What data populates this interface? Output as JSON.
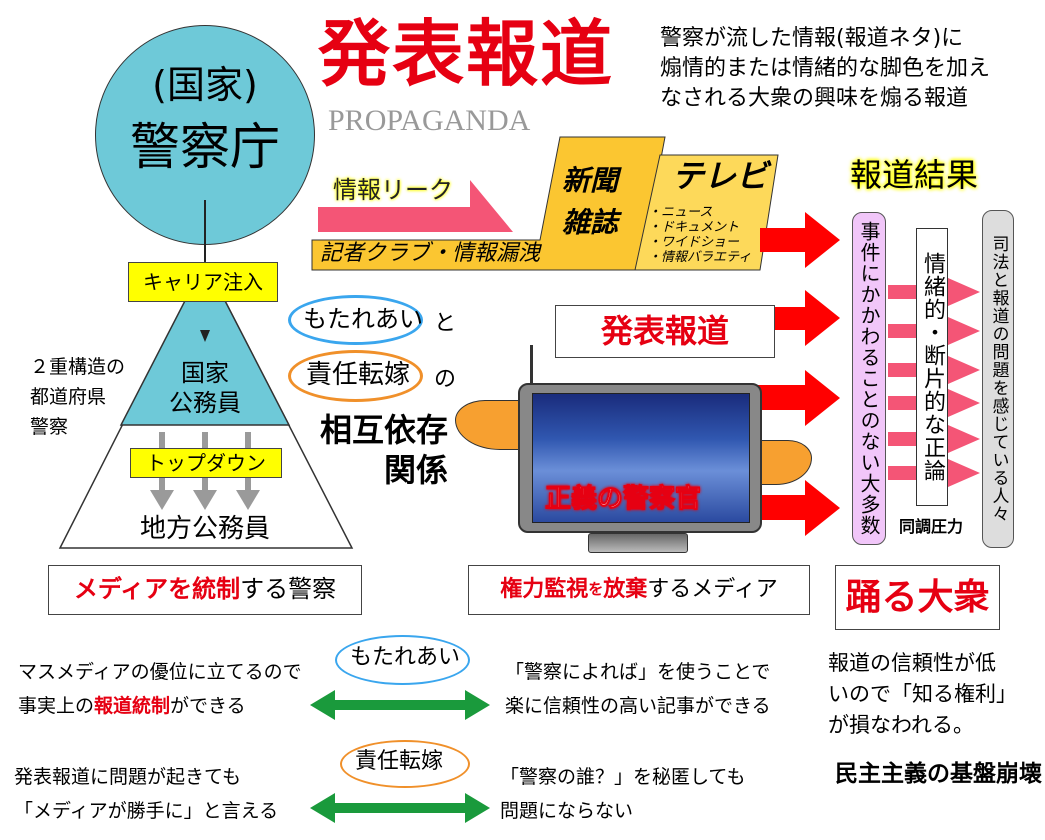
{
  "title": "発表報道",
  "subtitle": "PROPAGANDA",
  "description": [
    "警察が流した情報(報道ネタ)に",
    "煽情的または情緒的な脚色を加え",
    "なされる大衆の興味を煽る報道"
  ],
  "police": {
    "circle_top": "(国家)",
    "circle_main": "警察庁",
    "career": "キャリア注入",
    "national": [
      "国家",
      "公務員"
    ],
    "topdown": "トップダウン",
    "local": "地方公務員",
    "double_structure": [
      "２重構造の",
      "都道府県",
      "警察"
    ],
    "caption_red": "メディアを統制",
    "caption_rest": "する警察"
  },
  "media": {
    "leak": "情報リーク",
    "club": "記者クラブ・情報漏洩",
    "newspaper": [
      "新聞",
      "雑誌"
    ],
    "tv": "テレビ",
    "tv_items": [
      "・ニュース",
      "・ドキュメント",
      "・ワイドショー",
      "・情報バラエティ"
    ],
    "announcement": "発表報道",
    "tv_caption": "正義の警察官",
    "caption_a": "権力監視",
    "caption_b": "を",
    "caption_c": "放棄",
    "caption_d": "するメディア"
  },
  "relation": {
    "mutual": "もたれあい",
    "to": "と",
    "blame": "責任転嫁",
    "no": "の",
    "dependence": [
      "相互依存",
      "関係"
    ]
  },
  "result": {
    "title": "報道結果",
    "majority": "事件にかかわることのない大多数",
    "emotional": "情緒的・断片的な正論",
    "concerned": "司法と報道の問題を感じている人々",
    "peer_pressure": "同調圧力",
    "dancing": "踊る大衆"
  },
  "bottom": {
    "left1": [
      "マスメディアの優位に立てるので",
      "事実上の",
      "報道統制",
      "ができる"
    ],
    "mutual": "もたれあい",
    "right1": [
      "「警察によれば」を使うことで",
      "楽に信頼性の高い記事ができる"
    ],
    "left2": [
      "発表報道に問題が起きても",
      "「メディアが勝手に」と言える"
    ],
    "blame": "責任転嫁",
    "right2": [
      "「警察の誰？」を秘匿しても",
      "問題にならない"
    ],
    "trust": [
      "報道の信頼性が低",
      "いので「知る権利」",
      "が損なわれる。"
    ],
    "collapse": "民主主義の基盤崩壊"
  }
}
